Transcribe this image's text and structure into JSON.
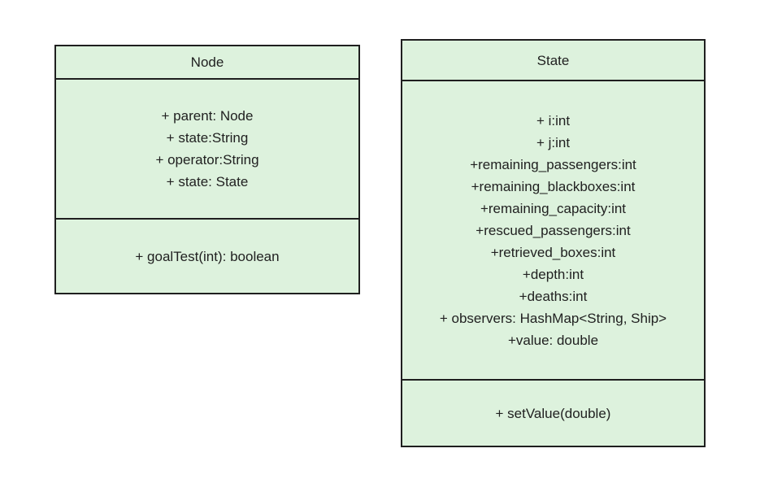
{
  "diagram": {
    "type": "uml-class-diagram",
    "background_color": "#ffffff",
    "shape_fill_color": "#ddf2dd",
    "shape_border_color": "#1f1f1f",
    "text_color": "#212121"
  },
  "classes": [
    {
      "name": "Node",
      "attributes": [
        "+ parent: Node",
        "+ state:String",
        "+ operator:String",
        "+ state: State"
      ],
      "methods": [
        "+ goalTest(int): boolean"
      ]
    },
    {
      "name": "State",
      "attributes": [
        "+ i:int",
        "+ j:int",
        "+remaining_passengers:int",
        "+remaining_blackboxes:int",
        "+remaining_capacity:int",
        "+rescued_passengers:int",
        "+retrieved_boxes:int",
        "+depth:int",
        "+deaths:int",
        "+ observers: HashMap<String, Ship>",
        "+value: double"
      ],
      "methods": [
        "+ setValue(double)"
      ]
    }
  ]
}
